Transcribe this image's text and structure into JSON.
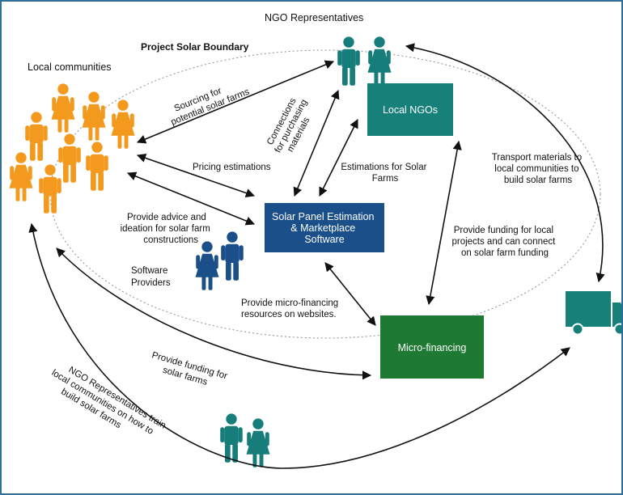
{
  "boundary_label": "Project Solar Boundary",
  "groups": {
    "ngo_representatives": "NGO Representatives",
    "local_communities": "Local communities",
    "software_providers": [
      "Software",
      "Providers"
    ]
  },
  "boxes": {
    "local_ngos": "Local NGOs",
    "software": [
      "Solar Panel Estimation",
      "& Marketplace",
      "Software"
    ],
    "micro_financing": "Micro-financing"
  },
  "edge_labels": {
    "sourcing": [
      "Sourcing for",
      "potential solar farms"
    ],
    "connections": [
      "Connections",
      "for purchasing",
      "materials"
    ],
    "pricing": "Pricing estimations",
    "estimations": [
      "Estimations for Solar",
      "Farms"
    ],
    "advice": [
      "Provide advice and",
      "ideation for solar farm",
      "constructions"
    ],
    "transport": [
      "Transport materials to",
      "local communities to",
      "build solar farms"
    ],
    "funding_local": [
      "Provide funding for local",
      "projects and can connect",
      "on solar farm funding"
    ],
    "micro_resources": [
      "Provide micro-financing",
      "resources on websites."
    ],
    "funding_farms": [
      "Provide funding for",
      "solar farms"
    ],
    "train": [
      "NGO Representatives train",
      "local communities  on how  to",
      "build solar farms"
    ]
  },
  "colors": {
    "community": "#f39a1e",
    "teal_people": "#167d7a",
    "navy_people": "#1b4f8a",
    "local_ngos_box": "#168079",
    "software_box": "#1b4f8a",
    "micro_box": "#1e7a32",
    "truck": "#168079",
    "frame": "#2f6f9a"
  },
  "icons": [
    "person-icon",
    "truck-icon"
  ]
}
